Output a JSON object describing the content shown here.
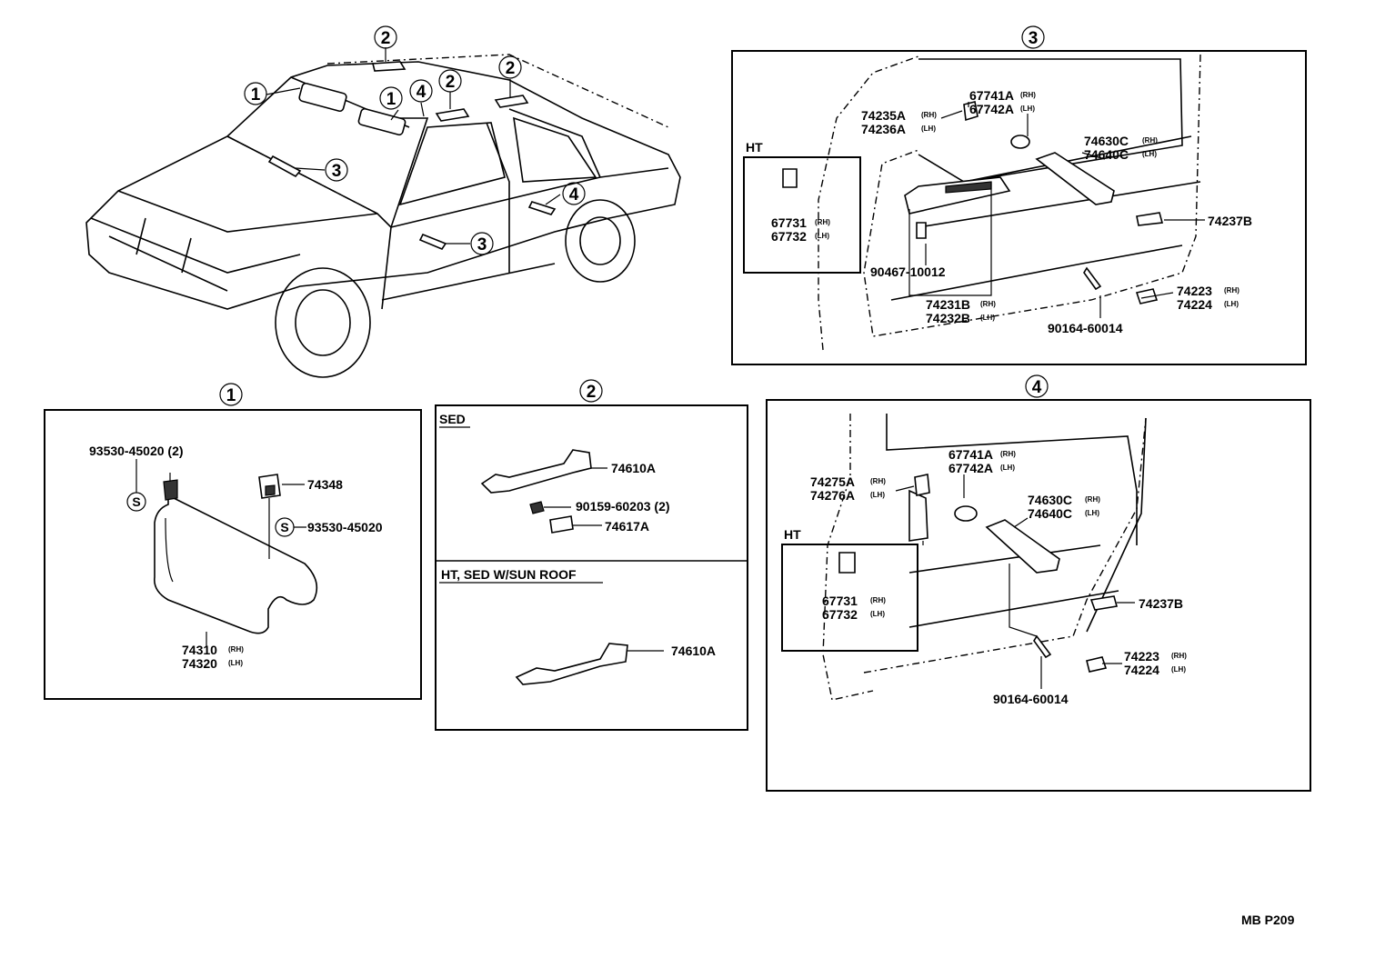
{
  "callouts": {
    "one": "1",
    "two": "2",
    "three": "3",
    "four": "4"
  },
  "panel_1": {
    "screw_a": "93530-45020 (2)",
    "holder": "74348",
    "screw_b": "93530-45020",
    "visor_rh": "74310",
    "visor_lh": "74320",
    "s_mark": "S"
  },
  "panel_2": {
    "sed_label": "SED",
    "grip": "74610A",
    "screw": "90159-60203 (2)",
    "cap": "74617A",
    "sunroof_label": "HT, SED W/SUN ROOF",
    "grip_sunroof": "74610A"
  },
  "panel_3": {
    "trim_rh": "74235A",
    "trim_lh": "74236A",
    "escutcheon_rh": "67741A",
    "escutcheon_lh": "67742A",
    "pull_rh": "74630C",
    "pull_lh": "74640C",
    "reflector": "74237B",
    "ht_label": "HT",
    "ht_rh": "67731",
    "ht_lh": "67732",
    "screw": "90467-10012",
    "armrest_rh": "74231B",
    "armrest_lh": "74232B",
    "bolt": "90164-60014",
    "cover_rh": "74223",
    "cover_lh": "74224"
  },
  "panel_4": {
    "trim_rh": "74275A",
    "trim_lh": "74276A",
    "escutcheon_rh": "67741A",
    "escutcheon_lh": "67742A",
    "pull_rh": "74630C",
    "pull_lh": "74640C",
    "ht_label": "HT",
    "ht_rh": "67731",
    "ht_lh": "67732",
    "reflector": "74237B",
    "cover_rh": "74223",
    "cover_lh": "74224",
    "bolt": "90164-60014"
  },
  "side": {
    "rh": "(RH)",
    "lh": "(LH)"
  },
  "footer": {
    "code": "MB P209"
  }
}
